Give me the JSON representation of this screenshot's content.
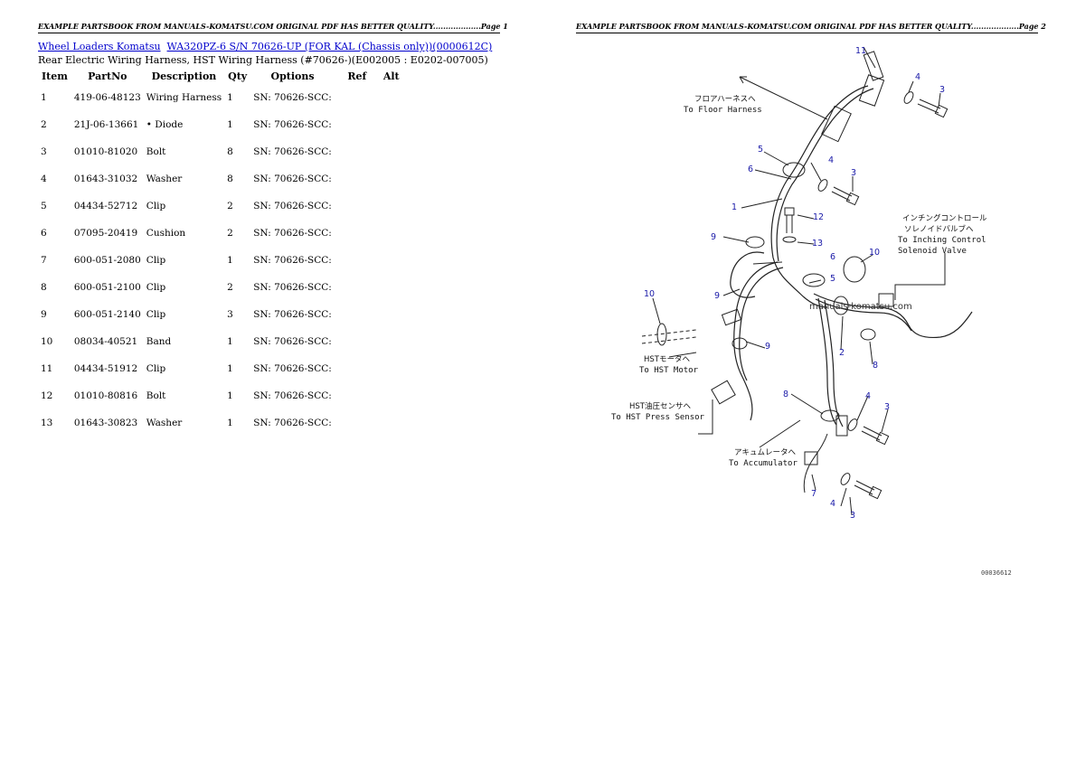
{
  "page_headers": {
    "left": "EXAMPLE PARTSBOOK FROM MANUALS-KOMATSU.COM ORIGINAL PDF HAS BETTER QUALITY...................Page 1",
    "right": "EXAMPLE PARTSBOOK FROM MANUALS-KOMATSU.COM ORIGINAL PDF HAS BETTER QUALITY...................Page 2"
  },
  "breadcrumb": {
    "link1": "Wheel Loaders Komatsu",
    "link2": "WA320PZ-6 S/N 70626-UP (FOR KAL (Chassis only))(0000612C)"
  },
  "subtitle": "Rear Electric Wiring Harness, HST Wiring Harness (#70626-)(E002005 : E0202-007005)",
  "table": {
    "headers": {
      "item": "Item",
      "partno": "PartNo",
      "description": "Description",
      "qty": "Qty",
      "options": "Options",
      "ref": "Ref",
      "alt": "Alt"
    },
    "rows": [
      {
        "item": "1",
        "partno": "419-06-48123",
        "description": "Wiring Harness",
        "qty": "1",
        "options": "SN: 70626-SCC:"
      },
      {
        "item": "2",
        "partno": "21J-06-13661",
        "description": "• Diode",
        "qty": "1",
        "options": "SN: 70626-SCC:"
      },
      {
        "item": "3",
        "partno": "01010-81020",
        "description": "Bolt",
        "qty": "8",
        "options": "SN: 70626-SCC:"
      },
      {
        "item": "4",
        "partno": "01643-31032",
        "description": "Washer",
        "qty": "8",
        "options": "SN: 70626-SCC:"
      },
      {
        "item": "5",
        "partno": "04434-52712",
        "description": "Clip",
        "qty": "2",
        "options": "SN: 70626-SCC:"
      },
      {
        "item": "6",
        "partno": "07095-20419",
        "description": "Cushion",
        "qty": "2",
        "options": "SN: 70626-SCC:"
      },
      {
        "item": "7",
        "partno": "600-051-2080",
        "description": "Clip",
        "qty": "1",
        "options": "SN: 70626-SCC:"
      },
      {
        "item": "8",
        "partno": "600-051-2100",
        "description": "Clip",
        "qty": "2",
        "options": "SN: 70626-SCC:"
      },
      {
        "item": "9",
        "partno": "600-051-2140",
        "description": "Clip",
        "qty": "3",
        "options": "SN: 70626-SCC:"
      },
      {
        "item": "10",
        "partno": "08034-40521",
        "description": "Band",
        "qty": "1",
        "options": "SN: 70626-SCC:"
      },
      {
        "item": "11",
        "partno": "04434-51912",
        "description": "Clip",
        "qty": "1",
        "options": "SN: 70626-SCC:"
      },
      {
        "item": "12",
        "partno": "01010-80816",
        "description": "Bolt",
        "qty": "1",
        "options": "SN: 70626-SCC:"
      },
      {
        "item": "13",
        "partno": "01643-30823",
        "description": "Washer",
        "qty": "1",
        "options": "SN: 70626-SCC:"
      }
    ]
  },
  "diagram": {
    "labels": {
      "floor_jp": "フロアハーネスへ",
      "floor_en": "To Floor Harness",
      "inch_jp1": "インチングコントロール",
      "inch_jp2": "ソレノイドバルブへ",
      "inch_en1": "To Inching Control",
      "inch_en2": "Solenoid Valve",
      "hstm_jp": "HSTモータへ",
      "hstm_en": "To HST Motor",
      "hsts_jp": "HST油圧センサへ",
      "hsts_en": "To HST Press Sensor",
      "acc_jp": "アキュムレータへ",
      "acc_en": "To Accumulator"
    },
    "watermark": "manuals-komatsu.com",
    "figure_number": "00036612",
    "callouts": {
      "n11": "11",
      "n4a": "4",
      "n3a": "3",
      "n5a": "5",
      "n6a": "6",
      "n4b": "4",
      "n3b": "3",
      "n1": "1",
      "n12": "12",
      "n13": "13",
      "n9a": "9",
      "n10a": "10",
      "n6b": "6",
      "n5b": "5",
      "n9b": "9",
      "n10b": "10",
      "n2": "2",
      "n8a": "8",
      "n9c": "9",
      "n8b": "8",
      "n4c": "4",
      "n3c": "3",
      "n7": "7",
      "n4d": "4",
      "n3d": "3"
    }
  }
}
